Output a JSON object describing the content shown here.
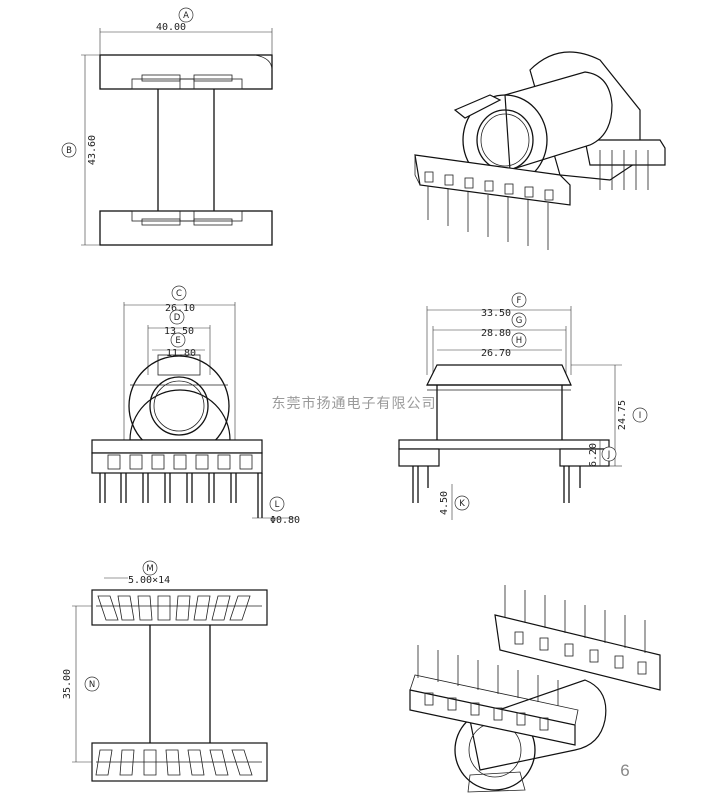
{
  "watermark": "东莞市扬通电子有限公司",
  "page_number": "6",
  "dimensions": {
    "A": "40.00",
    "B": "43.60",
    "C": "26.10",
    "D": "13.50",
    "E": "11.80",
    "F": "33.50",
    "G": "28.80",
    "H": "26.70",
    "I": "24.75",
    "J": "6.20",
    "K": "4.50",
    "L": "Φ0.80",
    "M": "5.00×14",
    "N": "35.00"
  },
  "labels": {
    "A": "A",
    "B": "B",
    "C": "C",
    "D": "D",
    "E": "E",
    "F": "F",
    "G": "G",
    "H": "H",
    "I": "I",
    "J": "J",
    "K": "K",
    "L": "L",
    "M": "M",
    "N": "N"
  }
}
